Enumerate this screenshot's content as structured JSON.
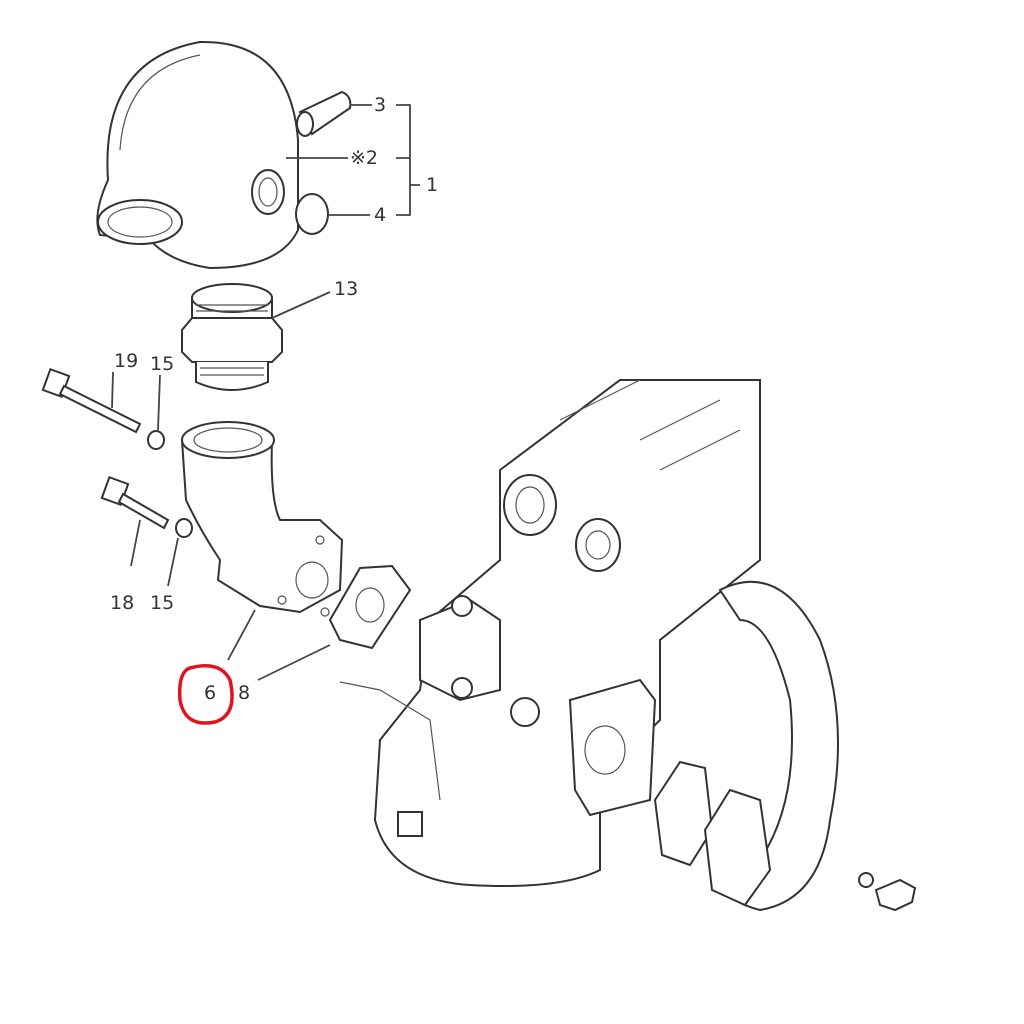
{
  "diagram": {
    "callouts": {
      "c3": "3",
      "c2": "※2",
      "c1": "1",
      "c4": "4",
      "c13": "13",
      "c19": "19",
      "c15a": "15",
      "c18": "18",
      "c15b": "15",
      "c6": "6",
      "c8": "8"
    },
    "highlight_color": "#e0141e",
    "highlighted_callout": "6"
  }
}
